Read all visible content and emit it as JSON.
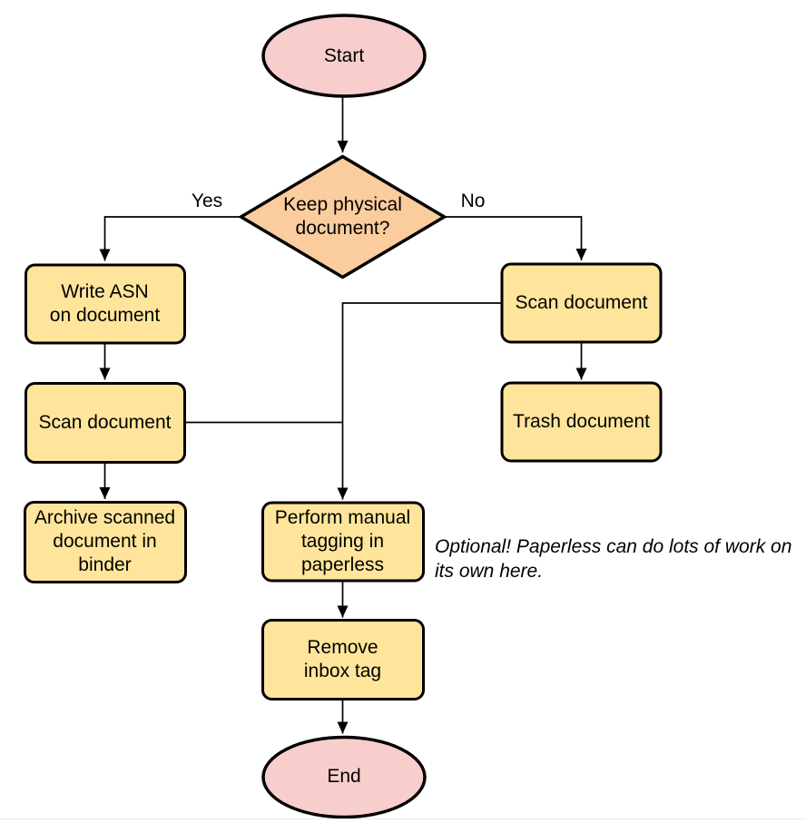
{
  "diagram": {
    "nodes": {
      "start": {
        "label": "Start"
      },
      "keep_physical": {
        "label": "Keep physical\ndocument?"
      },
      "write_asn": {
        "label": "Write ASN\non document"
      },
      "scan_document_left": {
        "label": "Scan document"
      },
      "archive_scanned": {
        "label": "Archive scanned\ndocument in\nbinder"
      },
      "scan_document_right": {
        "label": "Scan document"
      },
      "trash_document": {
        "label": "Trash document"
      },
      "manual_tagging": {
        "label": "Perform manual\ntagging in\npaperless"
      },
      "remove_inbox_tag": {
        "label": "Remove\ninbox tag"
      },
      "end": {
        "label": "End"
      }
    },
    "edge_labels": {
      "yes": "Yes",
      "no": "No"
    },
    "annotation": "Optional! Paperless can do lots of work on\nits own here.",
    "colors": {
      "terminal_fill": "#F8CECC",
      "decision_fill": "#FBCC9E",
      "process_fill": "#FFE59B",
      "stroke": "#000000",
      "text": "#000000",
      "background": "#FFFFFF",
      "bottom_rule": "#E9E9E9"
    }
  }
}
